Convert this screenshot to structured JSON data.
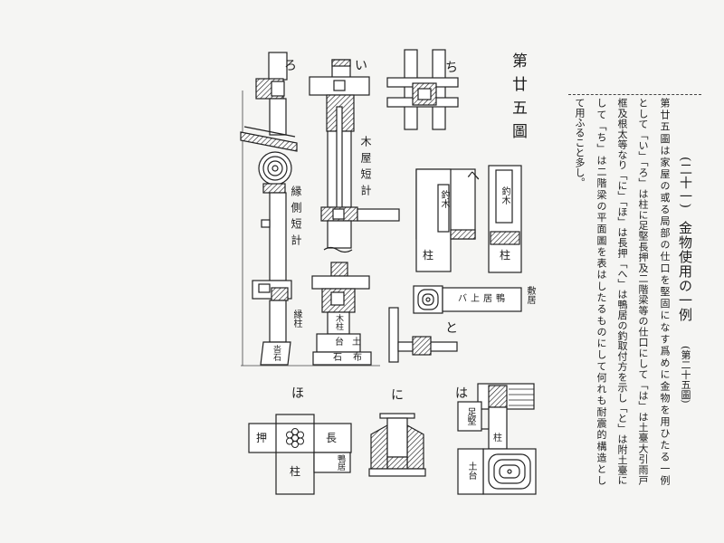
{
  "text_block": {
    "heading_number": "(二十一)",
    "heading_title": "金物使用の一例",
    "heading_figure_ref": "(第二十五圖)",
    "columns": [
      "第廿五圖は家屋の或る局部の仕口を堅固になす爲めに金物を用ひたる一例",
      "として「い」「ろ」は柱に足堅長押及二階梁等の仕口にして「は」は土臺大引雨戸",
      "框及根太等なり「に」「ほ」は長押「へ」は鴨居の釣取付方を示し「と」は附土臺に",
      "して「ち」は二階梁の平面圖を表はしたるものにして何れも耐震的構造とし",
      "て用ふること多し。"
    ]
  },
  "figure": {
    "title": "第廿五圖",
    "parts": {
      "ro": "ろ",
      "i": "い",
      "chi": "ち",
      "he": "へ",
      "to": "と",
      "ho": "ほ",
      "ni": "に",
      "ha": "は"
    },
    "labels": {
      "koya_tsuka": "木屋短計",
      "engawa_tsuka": "縁側短計",
      "he_tsurigi_left": "釣木",
      "he_tsurigi_right": "釣木",
      "he_hashira_left": "柱",
      "he_hashira_right": "柱",
      "kamoi_uwaba": "鴨居上バ",
      "shikii": "敷居",
      "engawa_hashira": "縁柱",
      "kutsuishi": "沓石",
      "ki_hashira": "木柱",
      "i_dodai": "土台",
      "nunoishi": "布石",
      "ho_nageshi": [
        "長",
        "押"
      ],
      "ho_hashira": "柱",
      "ho_kamoi": "鴨居",
      "ha_ashigatame": "足堅",
      "ha_hashira": "柱",
      "ha_dodai": "土台"
    }
  }
}
